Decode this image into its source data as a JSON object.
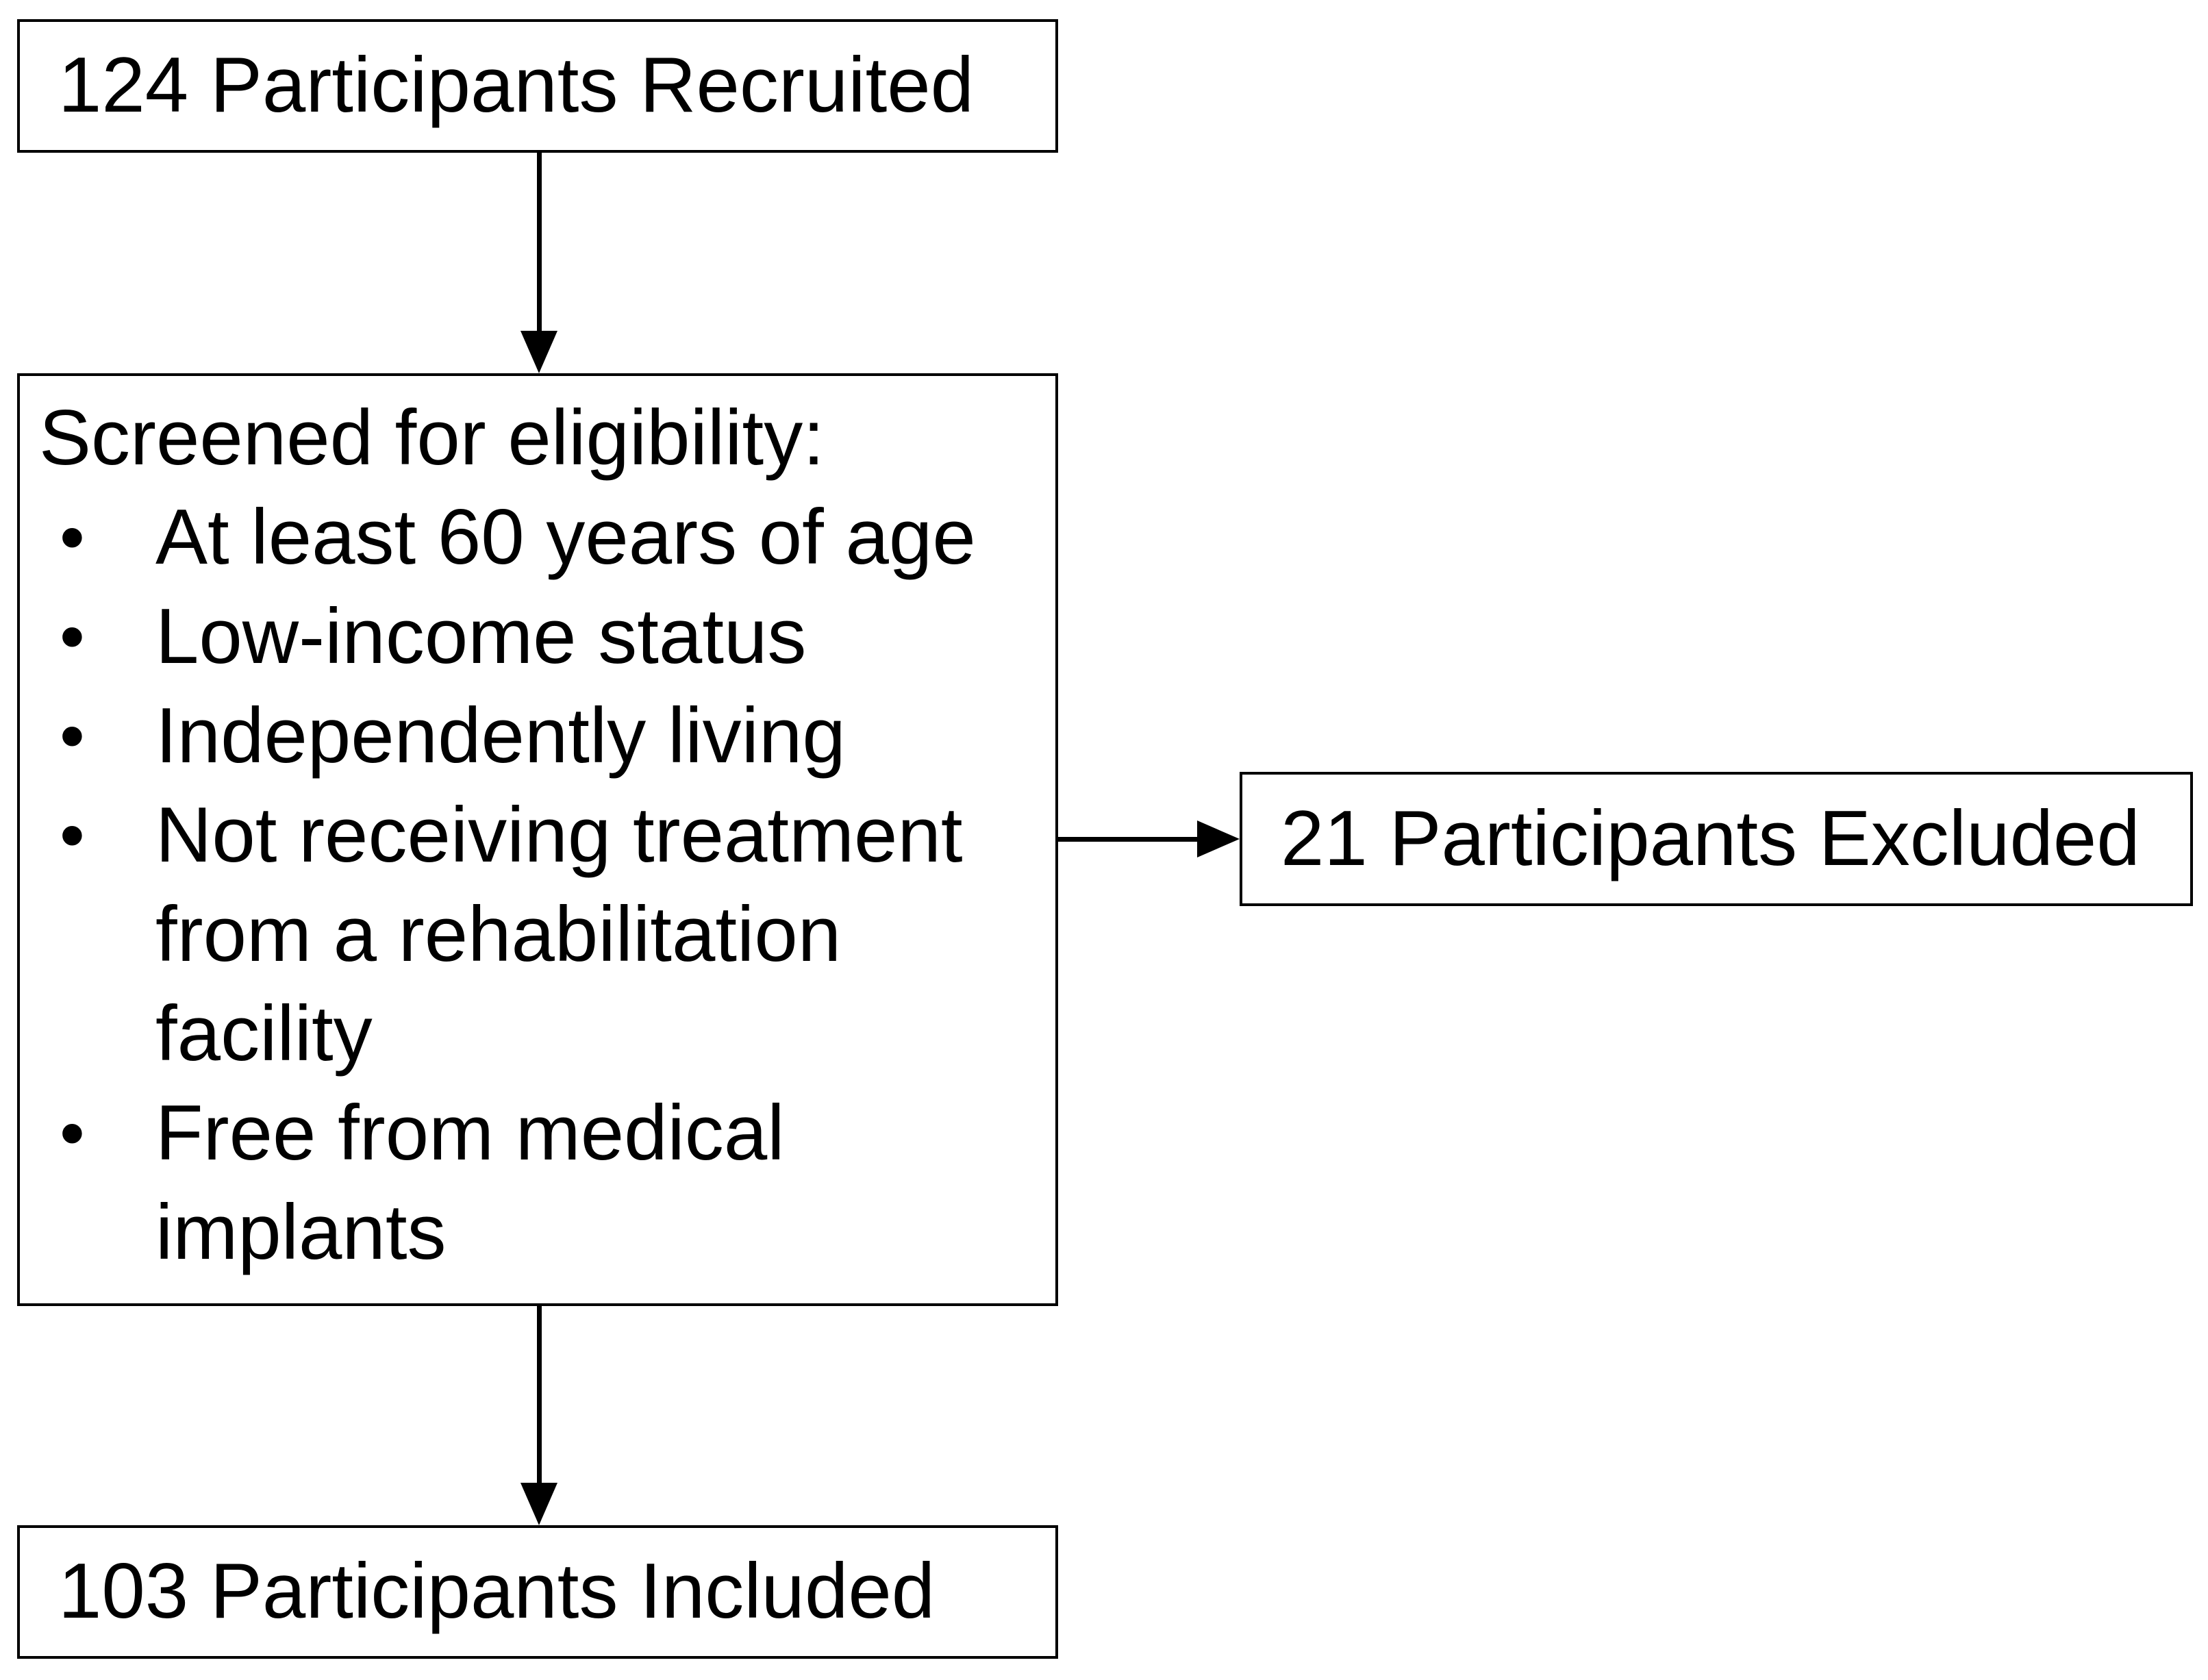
{
  "diagram": {
    "bullet_char": "•",
    "colors": {
      "border": "#000000",
      "text": "#000000",
      "background": "#ffffff"
    },
    "boxes": {
      "recruited": {
        "label": "124 Participants Recruited"
      },
      "screened": {
        "heading": "Screened for eligibility:",
        "bullets": [
          "At least 60 years of age",
          "Low-income status",
          "Independently living",
          "Not receiving treatment\nfrom a rehabilitation\nfacility",
          "Free from medical\nimplants"
        ]
      },
      "excluded": {
        "label": "21 Participants Excluded"
      },
      "included": {
        "label": "103 Participants Included"
      }
    }
  }
}
